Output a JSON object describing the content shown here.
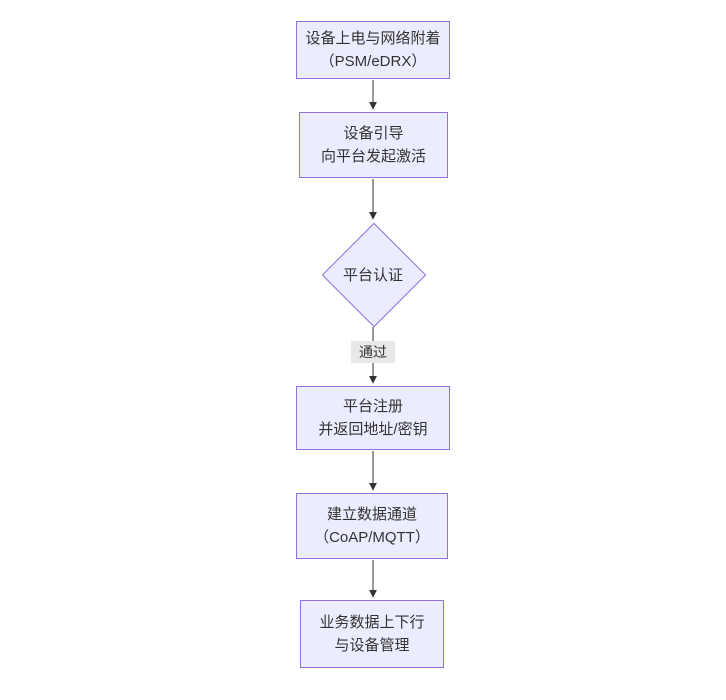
{
  "diagram": {
    "type": "flowchart",
    "direction": "top-down",
    "colors": {
      "background": "#ffffff",
      "node_fill": "#ECECFF",
      "node_border": "#9370DB",
      "text": "#333333",
      "arrow": "#333333",
      "edge_label_bg": "#e8e8e8"
    },
    "nodes": [
      {
        "id": "power-on",
        "shape": "rect",
        "line1": "设备上电与网络附着",
        "line2": "（PSM/eDRX）"
      },
      {
        "id": "bootstrap",
        "shape": "rect",
        "line1": "设备引导",
        "line2": "向平台发起激活"
      },
      {
        "id": "platform-auth",
        "shape": "diamond",
        "line1": "平台认证",
        "line2": ""
      },
      {
        "id": "register",
        "shape": "rect",
        "line1": "平台注册",
        "line2": "并返回地址/密钥"
      },
      {
        "id": "data-channel",
        "shape": "rect",
        "line1": "建立数据通道",
        "line2": "（CoAP/MQTT）"
      },
      {
        "id": "business-data",
        "shape": "rect",
        "line1": "业务数据上下行",
        "line2": "与设备管理"
      }
    ],
    "edges": [
      {
        "from": "power-on",
        "to": "bootstrap",
        "label": ""
      },
      {
        "from": "bootstrap",
        "to": "platform-auth",
        "label": ""
      },
      {
        "from": "platform-auth",
        "to": "register",
        "label": "通过"
      },
      {
        "from": "register",
        "to": "data-channel",
        "label": ""
      },
      {
        "from": "data-channel",
        "to": "business-data",
        "label": ""
      }
    ]
  }
}
